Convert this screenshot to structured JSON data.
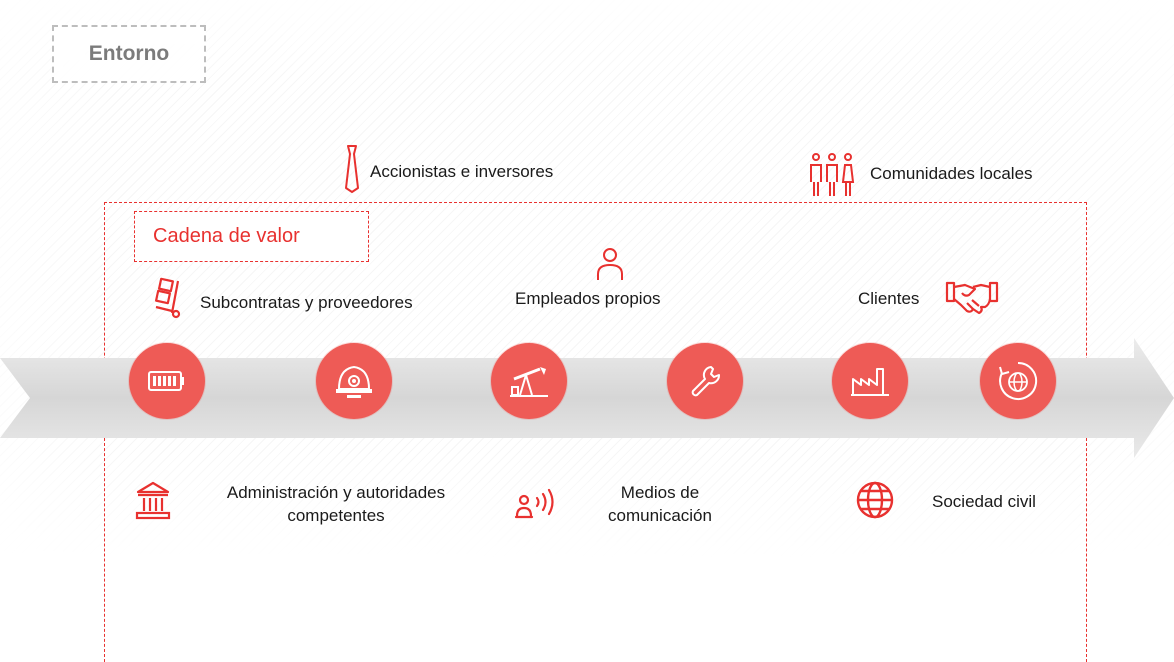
{
  "entorno": "Entorno",
  "cadena": "Cadena de valor",
  "stakeholders": {
    "accionistas": "Accionistas e inversores",
    "comunidades": "Comunidades locales",
    "subcontratas": "Subcontratas y proveedores",
    "empleados": "Empleados propios",
    "clientes": "Clientes",
    "administracion_1": "Administración y autoridades",
    "administracion_2": "competentes",
    "medios_1": "Medios de",
    "medios_2": "comunicación",
    "sociedad": "Sociedad civil"
  },
  "value_chain_icons": [
    "battery-icon",
    "miner-helmet-icon",
    "oil-pump-icon",
    "wrench-icon",
    "factory-icon",
    "globe-recycle-icon"
  ],
  "colors": {
    "accent": "#e8312f",
    "circle": "#ee5b56",
    "arrow": "#dcdcdc",
    "entorno_border": "#bdbdbd",
    "entorno_text": "#7b7b7b"
  }
}
